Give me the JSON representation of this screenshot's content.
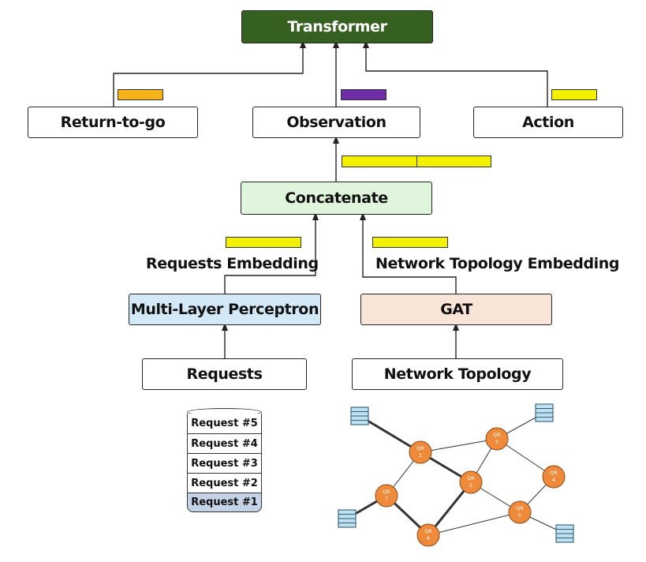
{
  "diagram": {
    "transformer": "Transformer",
    "return_to_go": "Return-to-go",
    "observation": "Observation",
    "action": "Action",
    "concatenate": "Concatenate",
    "requests_embedding": "Requests Embedding",
    "network_topology_embedding": "Network Topology Embedding",
    "mlp": "Multi-Layer Perceptron",
    "gat": "GAT",
    "requests": "Requests",
    "network_topology": "Network Topology",
    "request_stack": [
      "Request #5",
      "Request #4",
      "Request #3",
      "Request #2",
      "Request #1"
    ],
    "qr_nodes": [
      {
        "prefix": "QR",
        "num": "1"
      },
      {
        "prefix": "QR",
        "num": "2"
      },
      {
        "prefix": "QR",
        "num": "3"
      },
      {
        "prefix": "QR",
        "num": "4"
      },
      {
        "prefix": "QR",
        "num": "5"
      },
      {
        "prefix": "QR",
        "num": "6"
      },
      {
        "prefix": "QR",
        "num": "7"
      }
    ]
  },
  "colors": {
    "transformer_bg": "#35601f",
    "concatenate_bg": "#e0f6dc",
    "mlp_bg": "#d3e9f8",
    "gat_bg": "#f9e4d8",
    "bar_orange": "#f6b21a",
    "bar_purple": "#6e2da6",
    "bar_yellow": "#f3f000",
    "node_orange": "#ee8a3a",
    "request1_bg": "#c5d3e6"
  }
}
